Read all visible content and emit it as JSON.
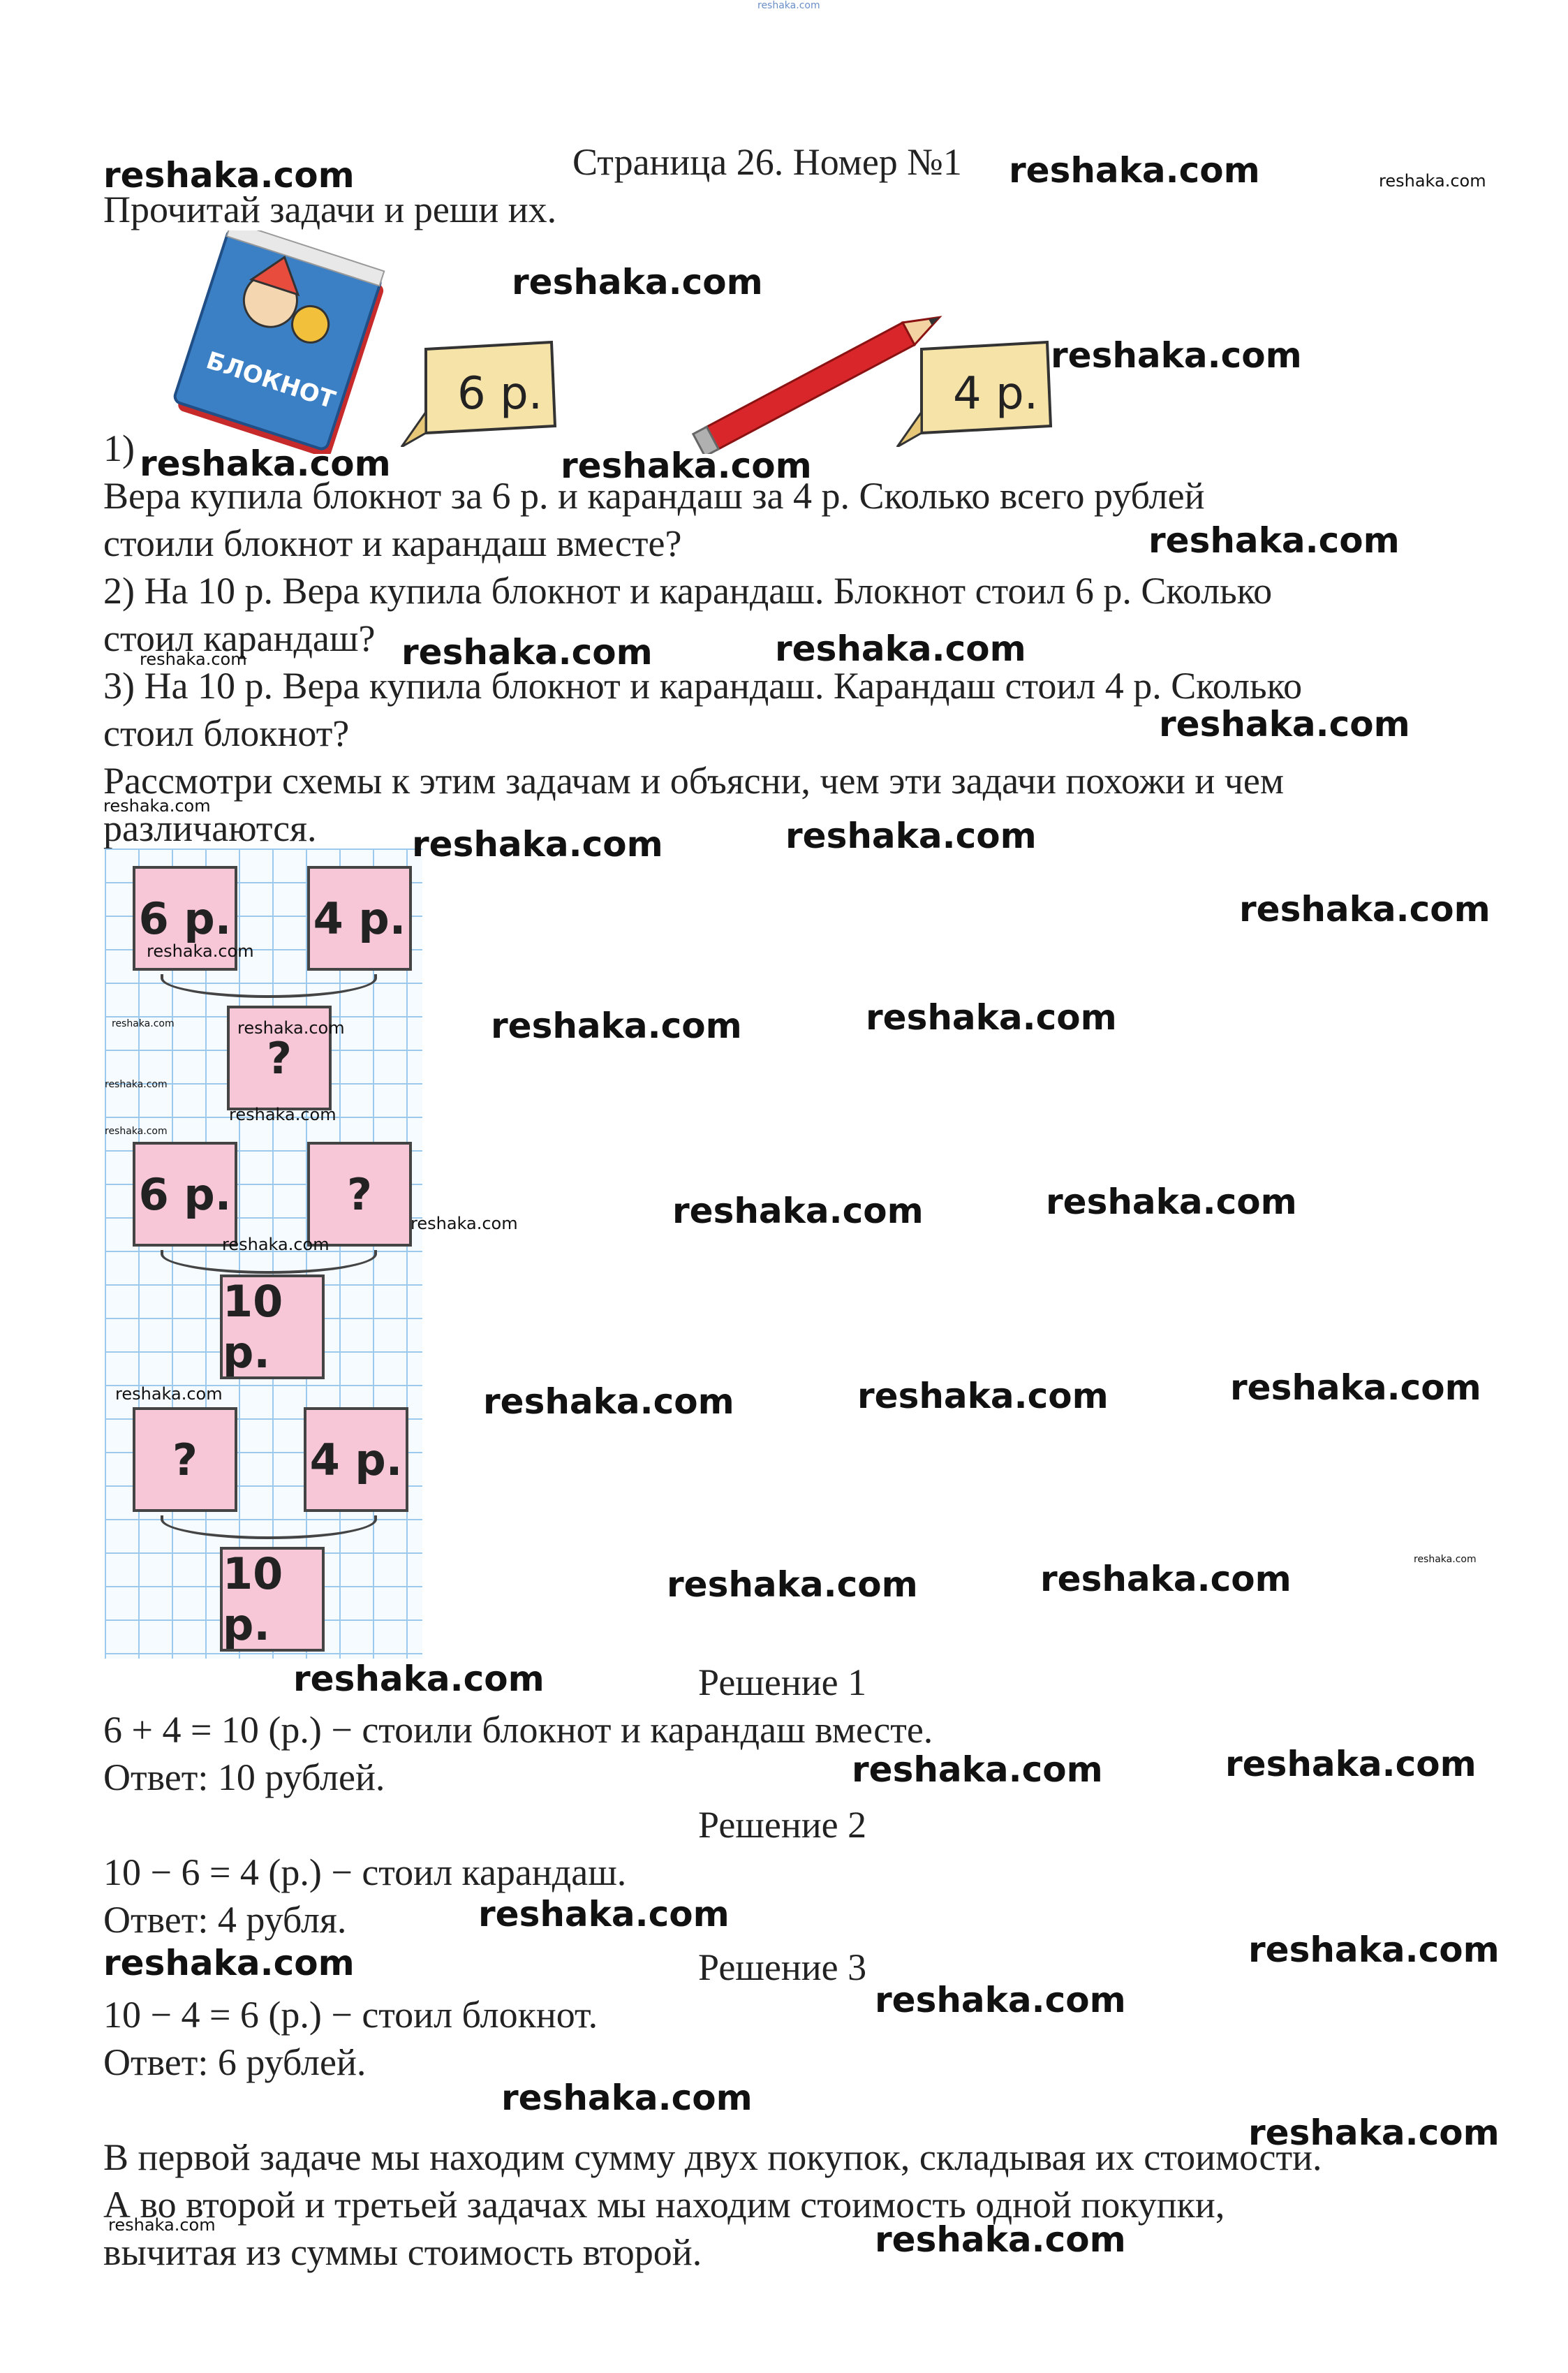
{
  "site_watermark": "reshaka.com",
  "header": {
    "top_link": "reshaka.com",
    "title": "Страница 26. Номер №1"
  },
  "instruction": "Прочитай задачи и реши их.",
  "illustration": {
    "notebook_label": "БЛОКНОТ",
    "price_tag_1": "6 р.",
    "price_tag_2": "4 р."
  },
  "problems": {
    "marker_1": "1)",
    "p1_line1": "Вера купила блокнот за 6 р. и карандаш за 4 р. Сколько всего рублей",
    "p1_line2": "стоили блокнот и карандаш вместе?",
    "p2_line1": "2) На 10 р. Вера купила блокнот и карандаш. Блокнот стоил 6 р. Сколько",
    "p2_line2": "стоил карандаш?",
    "p3_line1": "3) На 10 р. Вера купила блокнот и карандаш. Карандаш стоил 4 р. Сколько",
    "p3_line2": "стоил блокнот?",
    "task_line1": "Рассмотри схемы к этим задачам и объясни, чем эти задачи похожи и чем",
    "task_line2": "различаются."
  },
  "schemes": {
    "s1_a": "6 р.",
    "s1_b": "4 р.",
    "s1_total": "?",
    "s2_a": "6 р.",
    "s2_b": "?",
    "s2_total": "10 р.",
    "s3_a": "?",
    "s3_b": "4 р.",
    "s3_total": "10 р."
  },
  "solutions": {
    "h1": "Решение 1",
    "s1_expr": "6 + 4 = 10 (р.) − стоили блокнот и карандаш вместе.",
    "s1_answer": "Ответ: 10 рублей.",
    "h2": "Решение 2",
    "s2_expr": "10 − 6 = 4 (р.) − стоил карандаш.",
    "s2_answer": "Ответ: 4 рубля.",
    "h3": "Решение 3",
    "s3_expr": "10 − 4 = 6 (р.) − стоил блокнот.",
    "s3_answer": "Ответ: 6 рублей."
  },
  "conclusion": {
    "line1": "В первой задаче мы находим сумму двух покупок, складывая их стоимости.",
    "line2": "А во второй и третьей задачах мы находим стоимость одной покупки,",
    "line3": "вычитая из суммы стоимость второй."
  },
  "colors": {
    "card_fill": "#f7c6d7",
    "grid_line": "#9cc9ee",
    "pencil": "#d8262a",
    "notebook_cover": "#3b7fc4"
  }
}
